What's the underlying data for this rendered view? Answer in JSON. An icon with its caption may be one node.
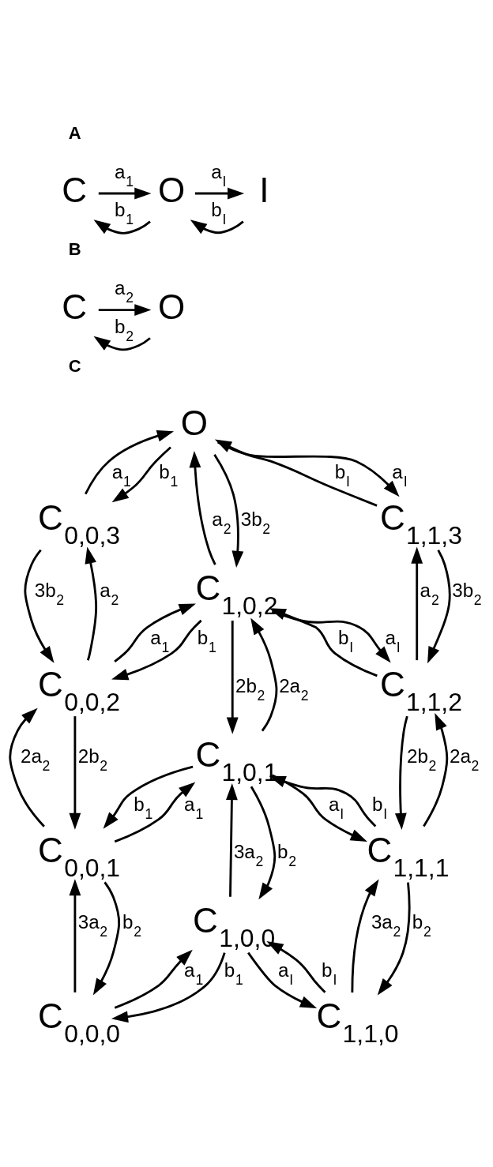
{
  "diagram": {
    "nodes": [
      {
        "text": [
          "C"
        ]
      },
      {
        "text": [
          "O"
        ]
      },
      {
        "text": [
          "I"
        ]
      },
      {
        "text": [
          "C"
        ]
      },
      {
        "text": [
          "O"
        ]
      },
      {
        "text": [
          "O"
        ]
      },
      {
        "text": [
          "C$_{0,0,3}$"
        ]
      },
      {
        "text": [
          "C$_{1,1,3}$"
        ]
      },
      {
        "text": [
          "C$_{1,0,2}$"
        ]
      },
      {
        "text": [
          "C$_{0,0,2}$"
        ]
      },
      {
        "text": [
          "C$_{1,1,2}$"
        ]
      },
      {
        "text": [
          "C$_{1,0,1}$"
        ]
      },
      {
        "text": [
          "C$_{0,0,1}$"
        ]
      },
      {
        "text": [
          "C$_{1,1,1}$"
        ]
      },
      {
        "text": [
          "C$_{1,0,0}$"
        ]
      },
      {
        "text": [
          "C$_{0,0,0}$"
        ]
      },
      {
        "text": [
          "C$_{1,1,0}$"
        ]
      }
    ],
    "edges": [
      {
        "from": 0,
        "to": 1,
        "arrow": "to",
        "label": "a$_{1}$"
      },
      {
        "from": 1,
        "to": 0,
        "arrow": "to",
        "label": "b$_{1}$"
      },
      {
        "from": 1,
        "to": 2,
        "arrow": "to",
        "label": "a$_{I}$"
      },
      {
        "from": 2,
        "to": 1,
        "arrow": "to",
        "label": "b$_{I}$"
      },
      {
        "from": 3,
        "to": 4,
        "arrow": "to",
        "label": "a$_{2}$"
      },
      {
        "from": 4,
        "to": 3,
        "arrow": "to",
        "label": "b$_{2}$"
      },
      {
        "from": 6,
        "to": 5,
        "arrow": "to",
        "label": "a$_{1}$"
      },
      {
        "from": 5,
        "to": 6,
        "arrow": "to",
        "label": "b$_{1}$"
      },
      {
        "from": 5,
        "to": 7,
        "arrow": "to",
        "label": "a$_{I}$"
      },
      {
        "from": 7,
        "to": 5,
        "arrow": "to",
        "label": "b$_{I}$"
      },
      {
        "from": 8,
        "to": 5,
        "arrow": "to",
        "label": "a$_{2}$"
      },
      {
        "from": 5,
        "to": 8,
        "arrow": "to",
        "label": "3b$_{2}$"
      },
      {
        "from": 9,
        "to": 6,
        "arrow": "to",
        "label": "a$_{2}$"
      },
      {
        "from": 6,
        "to": 9,
        "arrow": "to",
        "label": "3b$_{2}$"
      },
      {
        "from": 9,
        "to": 8,
        "arrow": "to",
        "label": "a$_{1}$"
      },
      {
        "from": 8,
        "to": 9,
        "arrow": "to",
        "label": "b$_{1}$"
      },
      {
        "from": 8,
        "to": 10,
        "arrow": "to",
        "label": "a$_{I}$"
      },
      {
        "from": 10,
        "to": 8,
        "arrow": "to",
        "label": "b$_{I}$"
      },
      {
        "from": 10,
        "to": 7,
        "arrow": "to",
        "label": "a$_{2}$"
      },
      {
        "from": 7,
        "to": 10,
        "arrow": "to",
        "label": "3b$_{2}$"
      },
      {
        "from": 11,
        "to": 8,
        "arrow": "to",
        "label": "2a$_{2}$"
      },
      {
        "from": 8,
        "to": 11,
        "arrow": "to",
        "label": "2b$_{2}$"
      },
      {
        "from": 12,
        "to": 9,
        "arrow": "to",
        "label": "2a$_{2}$"
      },
      {
        "from": 9,
        "to": 12,
        "arrow": "to",
        "label": "2b$_{2}$"
      },
      {
        "from": 12,
        "to": 11,
        "arrow": "to",
        "label": "a$_{1}$"
      },
      {
        "from": 11,
        "to": 12,
        "arrow": "to",
        "label": "b$_{1}$"
      },
      {
        "from": 11,
        "to": 13,
        "arrow": "to",
        "label": "a$_{I}$"
      },
      {
        "from": 13,
        "to": 11,
        "arrow": "to",
        "label": "b$_{I}$"
      },
      {
        "from": 13,
        "to": 10,
        "arrow": "to",
        "label": "2a$_{2}$"
      },
      {
        "from": 10,
        "to": 13,
        "arrow": "to",
        "label": "2b$_{2}$"
      },
      {
        "from": 14,
        "to": 11,
        "arrow": "to",
        "label": "3a$_{2}$"
      },
      {
        "from": 11,
        "to": 14,
        "arrow": "to",
        "label": "b$_{2}$"
      },
      {
        "from": 15,
        "to": 12,
        "arrow": "to",
        "label": "3a$_{2}$"
      },
      {
        "from": 12,
        "to": 15,
        "arrow": "to",
        "label": "b$_{2}$"
      },
      {
        "from": 15,
        "to": 14,
        "arrow": "to",
        "label": "a$_{1}$"
      },
      {
        "from": 14,
        "to": 15,
        "arrow": "to",
        "label": "b$_{1}$"
      },
      {
        "from": 14,
        "to": 16,
        "arrow": "to",
        "label": "a$_{I}$"
      },
      {
        "from": 16,
        "to": 14,
        "arrow": "to",
        "label": "b$_{I}$"
      },
      {
        "from": 16,
        "to": 13,
        "arrow": "to",
        "label": "3a$_{2}$"
      },
      {
        "from": 13,
        "to": 16,
        "arrow": "to",
        "label": "b$_{2}$"
      }
    ],
    "labels": [
      "A",
      "B",
      "C"
    ]
  }
}
